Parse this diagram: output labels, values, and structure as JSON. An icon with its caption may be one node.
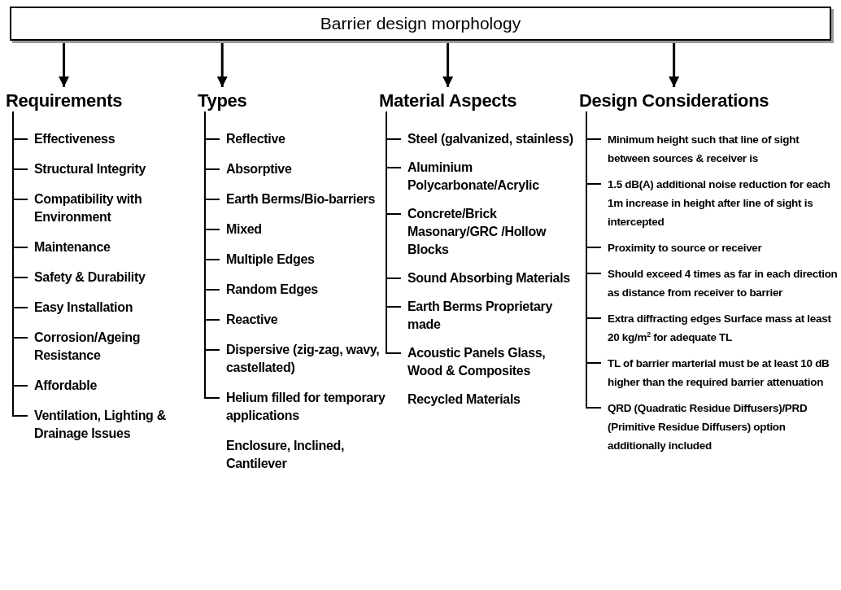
{
  "diagram": {
    "nodes": [
      {
        "text": [
          "Barrier design morphology"
        ]
      },
      {
        "text": [
          "Requirements"
        ]
      },
      {
        "text": [
          "Effectiveness"
        ]
      },
      {
        "text": [
          "Structural Integrity"
        ]
      },
      {
        "text": [
          "Compatibility with Environment"
        ]
      },
      {
        "text": [
          "Maintenance"
        ]
      },
      {
        "text": [
          "Safety & Durability"
        ]
      },
      {
        "text": [
          "Easy Installation"
        ]
      },
      {
        "text": [
          "Corrosion/Ageing Resistance"
        ]
      },
      {
        "text": [
          "Affordable"
        ]
      },
      {
        "text": [
          "Ventilation, Lighting & Drainage Issues"
        ]
      },
      {
        "text": [
          "Types"
        ]
      },
      {
        "text": [
          "Reflective"
        ]
      },
      {
        "text": [
          "Absorptive"
        ]
      },
      {
        "text": [
          "Earth Berms/Bio-barriers"
        ]
      },
      {
        "text": [
          "Mixed"
        ]
      },
      {
        "text": [
          "Multiple Edges"
        ]
      },
      {
        "text": [
          "Random Edges"
        ]
      },
      {
        "text": [
          "Reactive"
        ]
      },
      {
        "text": [
          "Dispersive (zig-zag, wavy, castellated)"
        ]
      },
      {
        "text": [
          "Helium filled for temporary applications"
        ]
      },
      {
        "text": [
          "Enclosure, Inclined, Cantilever"
        ]
      },
      {
        "text": [
          "Material Aspects"
        ]
      },
      {
        "text": [
          "Steel (galvanized, stainless)"
        ]
      },
      {
        "text": [
          "Aluminium Polycarbonate/Acrylic"
        ]
      },
      {
        "text": [
          "Concrete/Brick Masonary/GRC /Hollow Blocks"
        ]
      },
      {
        "text": [
          "Sound Absorbing Materials"
        ]
      },
      {
        "text": [
          "Earth Berms Proprietary made"
        ]
      },
      {
        "text": [
          "Acoustic Panels Glass, Wood & Composites"
        ]
      },
      {
        "text": [
          "Recycled Materials"
        ]
      },
      {
        "text": [
          "Design Considerations"
        ]
      },
      {
        "text": [
          "Minimum height such that line of sight between sources & receiver is"
        ]
      },
      {
        "text": [
          "1.5 dB(A) additional noise reduction for each 1m increase in height after line of sight is intercepted"
        ]
      },
      {
        "text": [
          "Proximity to source or receiver"
        ]
      },
      {
        "text": [
          "Should exceed 4 times as far in each direction as distance from receiver to barrier"
        ]
      },
      {
        "text": [
          "Extra diffracting edges Surface mass at least 20 kg/m$^{2}$ for adequate TL"
        ]
      },
      {
        "text": [
          "TL of barrier marterial must be at least 10 dB higher than the required barrier attenuation"
        ]
      },
      {
        "text": [
          "QRD (Quadratic Residue Diffusers)/PRD (Primitive Residue Diffusers) option additionally included"
        ]
      }
    ],
    "edges": [
      {
        "from": 0,
        "to": 1,
        "arrow": "to"
      },
      {
        "from": 0,
        "to": 11,
        "arrow": "to"
      },
      {
        "from": 0,
        "to": 22,
        "arrow": "to"
      },
      {
        "from": 0,
        "to": 30,
        "arrow": "to"
      },
      {
        "from": 1,
        "to": 2,
        "arrow": "none"
      },
      {
        "from": 1,
        "to": 3,
        "arrow": "none"
      },
      {
        "from": 1,
        "to": 4,
        "arrow": "none"
      },
      {
        "from": 1,
        "to": 5,
        "arrow": "none"
      },
      {
        "from": 1,
        "to": 6,
        "arrow": "none"
      },
      {
        "from": 1,
        "to": 7,
        "arrow": "none"
      },
      {
        "from": 1,
        "to": 8,
        "arrow": "none"
      },
      {
        "from": 1,
        "to": 9,
        "arrow": "none"
      },
      {
        "from": 1,
        "to": 10,
        "arrow": "none"
      },
      {
        "from": 11,
        "to": 12,
        "arrow": "none"
      },
      {
        "from": 11,
        "to": 13,
        "arrow": "none"
      },
      {
        "from": 11,
        "to": 14,
        "arrow": "none"
      },
      {
        "from": 11,
        "to": 15,
        "arrow": "none"
      },
      {
        "from": 11,
        "to": 16,
        "arrow": "none"
      },
      {
        "from": 11,
        "to": 17,
        "arrow": "none"
      },
      {
        "from": 11,
        "to": 18,
        "arrow": "none"
      },
      {
        "from": 11,
        "to": 19,
        "arrow": "none"
      },
      {
        "from": 11,
        "to": 20,
        "arrow": "none"
      },
      {
        "from": 22,
        "to": 23,
        "arrow": "none"
      },
      {
        "from": 22,
        "to": 24,
        "arrow": "none"
      },
      {
        "from": 22,
        "to": 25,
        "arrow": "none"
      },
      {
        "from": 22,
        "to": 26,
        "arrow": "none"
      },
      {
        "from": 22,
        "to": 27,
        "arrow": "none"
      },
      {
        "from": 22,
        "to": 28,
        "arrow": "none"
      },
      {
        "from": 30,
        "to": 31,
        "arrow": "none"
      },
      {
        "from": 30,
        "to": 32,
        "arrow": "none"
      },
      {
        "from": 30,
        "to": 33,
        "arrow": "none"
      },
      {
        "from": 30,
        "to": 34,
        "arrow": "none"
      },
      {
        "from": 30,
        "to": 35,
        "arrow": "none"
      },
      {
        "from": 30,
        "to": 36,
        "arrow": "none"
      },
      {
        "from": 30,
        "to": 37,
        "arrow": "none"
      }
    ]
  }
}
